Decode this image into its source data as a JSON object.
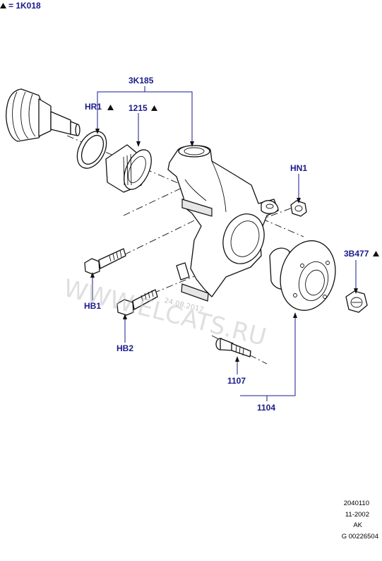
{
  "legend": {
    "symbol": "triangle-icon",
    "text": "= 1K018"
  },
  "labels": {
    "k3185": "3K185",
    "hr1": "HR1",
    "p1215": "1215",
    "hn1": "HN1",
    "b3477": "3B477",
    "hb1": "HB1",
    "hb2": "HB2",
    "p1107": "1107",
    "p1104": "1104"
  },
  "watermark": {
    "text": "WWW.ELCATS.RU",
    "date": "24.08.2017"
  },
  "footer": {
    "line1": "2040110",
    "line2": "11-2002",
    "line3": "AK",
    "line4": "G 00226504"
  }
}
